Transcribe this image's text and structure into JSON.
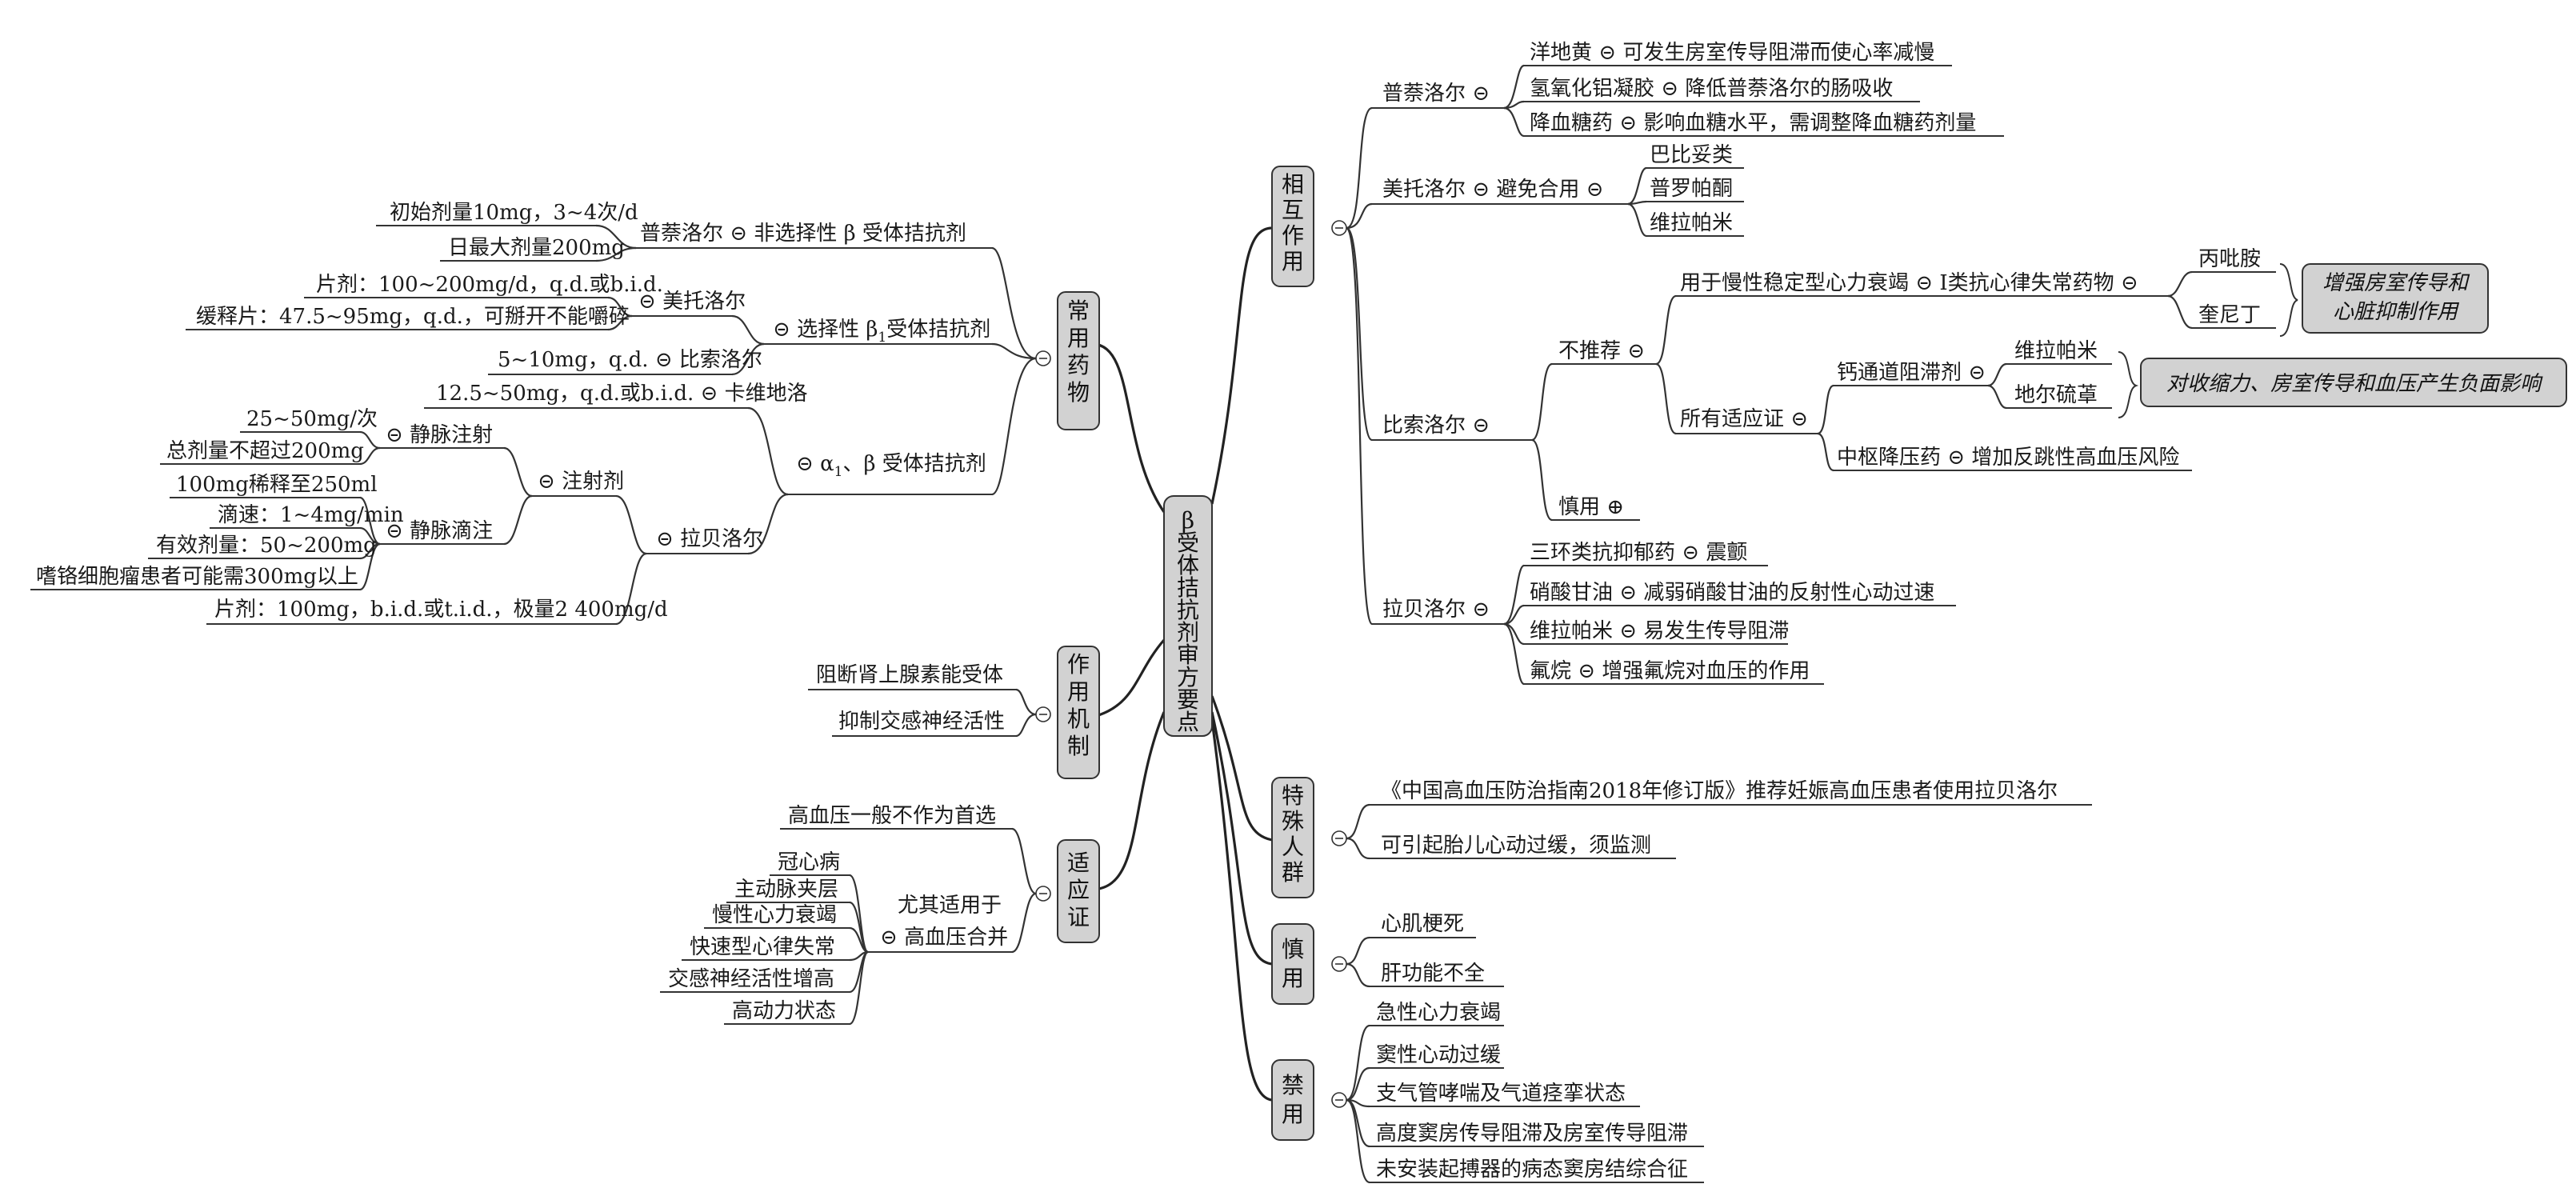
{
  "center": {
    "label_chars": [
      "β",
      "受",
      "体",
      "拮",
      "抗",
      "剂",
      "审",
      "方",
      "要",
      "点"
    ]
  },
  "sections": {
    "common_drugs": {
      "label_chars": [
        "常",
        "用",
        "药",
        "物"
      ]
    },
    "mechanism": {
      "label_chars": [
        "作",
        "用",
        "机",
        "制"
      ]
    },
    "indications": {
      "label_chars": [
        "适",
        "应",
        "证"
      ]
    },
    "interactions": {
      "label_chars": [
        "相",
        "互",
        "作",
        "用"
      ]
    },
    "special": {
      "label_chars": [
        "特",
        "殊",
        "人",
        "群"
      ]
    },
    "caution": {
      "label_chars": [
        "慎",
        "用"
      ]
    },
    "contra": {
      "label_chars": [
        "禁",
        "用"
      ]
    }
  },
  "common_drugs": {
    "nonselective": "普萘洛尔 ⊝ 非选择性 β 受体拮抗剂",
    "prop_dose1": "初始剂量10mg，3~4次/d",
    "prop_dose2": "日最大剂量200mg",
    "selective": "选择性 β",
    "selective_sub": "1",
    "selective_tail": "受体拮抗剂",
    "metoprolol": "美托洛尔",
    "meto_dose1": "片剂：100~200mg/d，q.d.或b.i.d.",
    "meto_dose2": "缓释片：47.5~95mg，q.d.，可掰开不能嚼碎",
    "bisoprolol": "5~10mg，q.d. ⊝ 比索洛尔",
    "alpha_beta": "α",
    "alpha_sub": "1",
    "alpha_tail": "、β 受体拮抗剂",
    "carvedilol": "12.5~50mg，q.d.或b.i.d. ⊝ 卡维地洛",
    "labetalol": "拉贝洛尔",
    "injection": "注射剂",
    "iv_bolus": "静脉注射",
    "iv_b1": "25~50mg/次",
    "iv_b2": "总剂量不超过200mg",
    "iv_drip": "静脉滴注",
    "iv_d1": "100mg稀释至250ml",
    "iv_d2": "滴速：1~4mg/min",
    "iv_d3": "有效剂量：50~200mg",
    "iv_d4": "嗜铬细胞瘤患者可能需300mg以上",
    "tablet": "片剂：100mg，b.i.d.或t.i.d.，极量2 400mg/d"
  },
  "mechanism": {
    "m1": "阻断肾上腺素能受体",
    "m2": "抑制交感神经活性"
  },
  "indications": {
    "not_first": "高血压一般不作为首选",
    "esp1": "尤其适用于",
    "esp2": "高血压合并",
    "c1": "冠心病",
    "c2": "主动脉夹层",
    "c3": "慢性心力衰竭",
    "c4": "快速型心律失常",
    "c5": "交感神经活性增高",
    "c6": "高动力状态"
  },
  "interactions": {
    "propranolol": "普萘洛尔",
    "p1": "洋地黄 ⊝ 可发生房室传导阻滞而使心率减慢",
    "p2": "氢氧化铝凝胶 ⊝ 降低普萘洛尔的肠吸收",
    "p3": "降血糖药 ⊝ 影响血糖水平，需调整降血糖药剂量",
    "metoprolol": "美托洛尔 ⊝ 避免合用",
    "m1": "巴比妥类",
    "m2": "普罗帕酮",
    "m3": "维拉帕米",
    "bisoprolol": "比索洛尔",
    "not_rec": "不推荐",
    "chf": "用于慢性稳定型心力衰竭 ⊝ Ⅰ类抗心律失常药物",
    "d1": "丙吡胺",
    "d2": "奎尼丁",
    "callout1a": "增强房室传导和",
    "callout1b": "心脏抑制作用",
    "all_ind": "所有适应证",
    "ccb": "钙通道阻滞剂",
    "v1": "维拉帕米",
    "v2": "地尔硫䓬",
    "callout2": "对收缩力、房室传导和血压产生负面影响",
    "central": "中枢降压药 ⊝ 增加反跳性高血压风险",
    "caution_use": "慎用 ⊕",
    "labetalol": "拉贝洛尔",
    "l1": "三环类抗抑郁药 ⊝ 震颤",
    "l2": "硝酸甘油 ⊝ 减弱硝酸甘油的反射性心动过速",
    "l3": "维拉帕米 ⊝ 易发生传导阻滞",
    "l4": "氟烷 ⊝ 增强氟烷对血压的作用"
  },
  "special": {
    "s1": "《中国高血压防治指南2018年修订版》推荐妊娠高血压患者使用拉贝洛尔",
    "s2": "可引起胎儿心动过缓，须监测"
  },
  "caution": {
    "c1": "心肌梗死",
    "c2": "肝功能不全"
  },
  "contra": {
    "k1": "急性心力衰竭",
    "k2": "窦性心动过缓",
    "k3": "支气管哮喘及气道痉挛状态",
    "k4": "高度窦房传导阻滞及房室传导阻滞",
    "k5": "未安装起搏器的病态窦房结综合征"
  }
}
